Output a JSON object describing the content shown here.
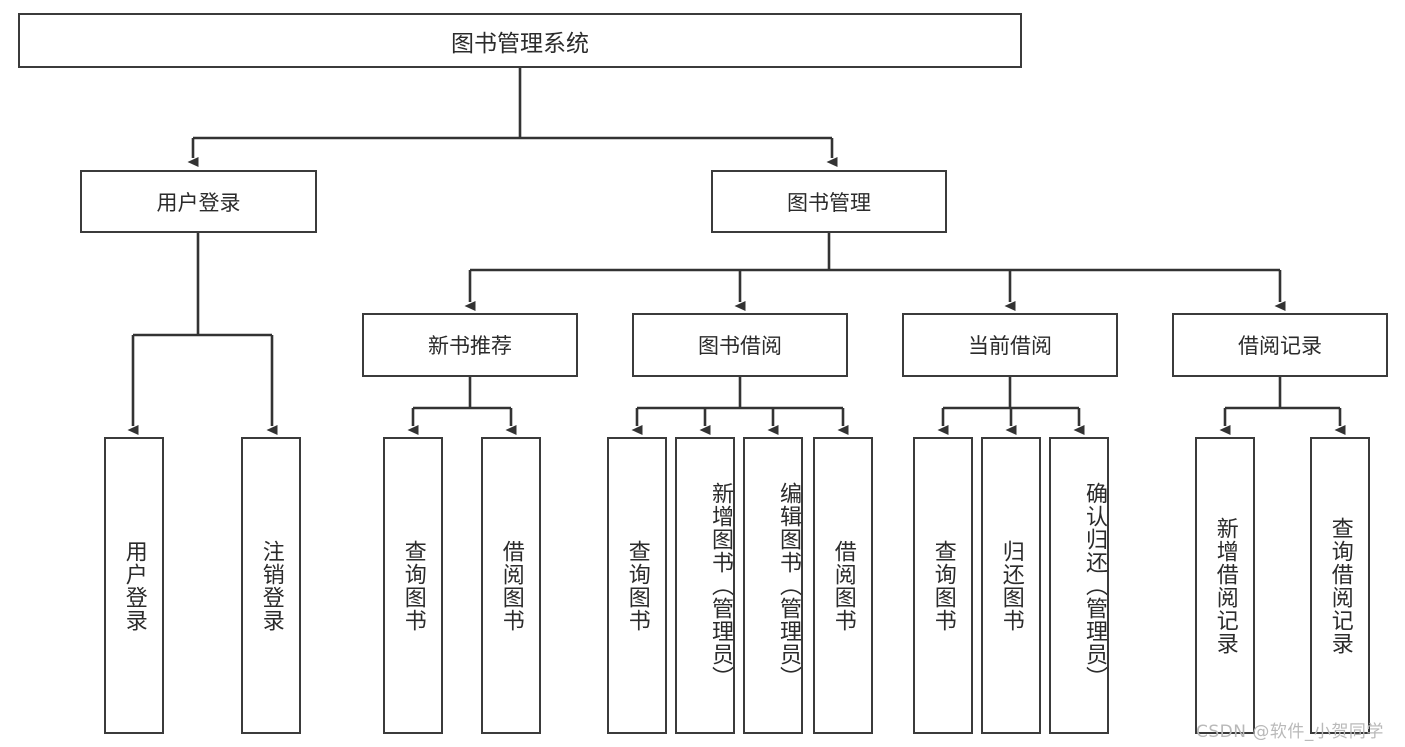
{
  "diagram": {
    "title": "图书管理系统",
    "watermark": "CSDN @软件_小贺同学",
    "colors": {
      "box_border": "#3b3b3b",
      "box_fill": "#ffffff",
      "wire": "#333333",
      "text": "#2b2b2b",
      "watermark": "#b9b9b9",
      "background": "#ffffff"
    },
    "root": {
      "label": "图书管理系统"
    },
    "level1": [
      {
        "label": "用户登录"
      },
      {
        "label": "图书管理"
      }
    ],
    "level2": [
      {
        "label": "新书推荐"
      },
      {
        "label": "图书借阅"
      },
      {
        "label": "当前借阅"
      },
      {
        "label": "借阅记录"
      }
    ],
    "leaves": {
      "user_login": [
        {
          "label": "用户登录"
        },
        {
          "label": "注销登录"
        }
      ],
      "new_book_recommend": [
        {
          "label": "查询图书"
        },
        {
          "label": "借阅图书"
        }
      ],
      "book_borrow": [
        {
          "label": "查询图书"
        },
        {
          "label": "新增图书（管理员）"
        },
        {
          "label": "编辑图书（管理员）"
        },
        {
          "label": "借阅图书"
        }
      ],
      "current_borrow": [
        {
          "label": "查询图书"
        },
        {
          "label": "归还图书"
        },
        {
          "label": "确认归还（管理员）"
        }
      ],
      "borrow_record": [
        {
          "label": "新增借阅记录"
        },
        {
          "label": "查询借阅记录"
        }
      ]
    }
  }
}
